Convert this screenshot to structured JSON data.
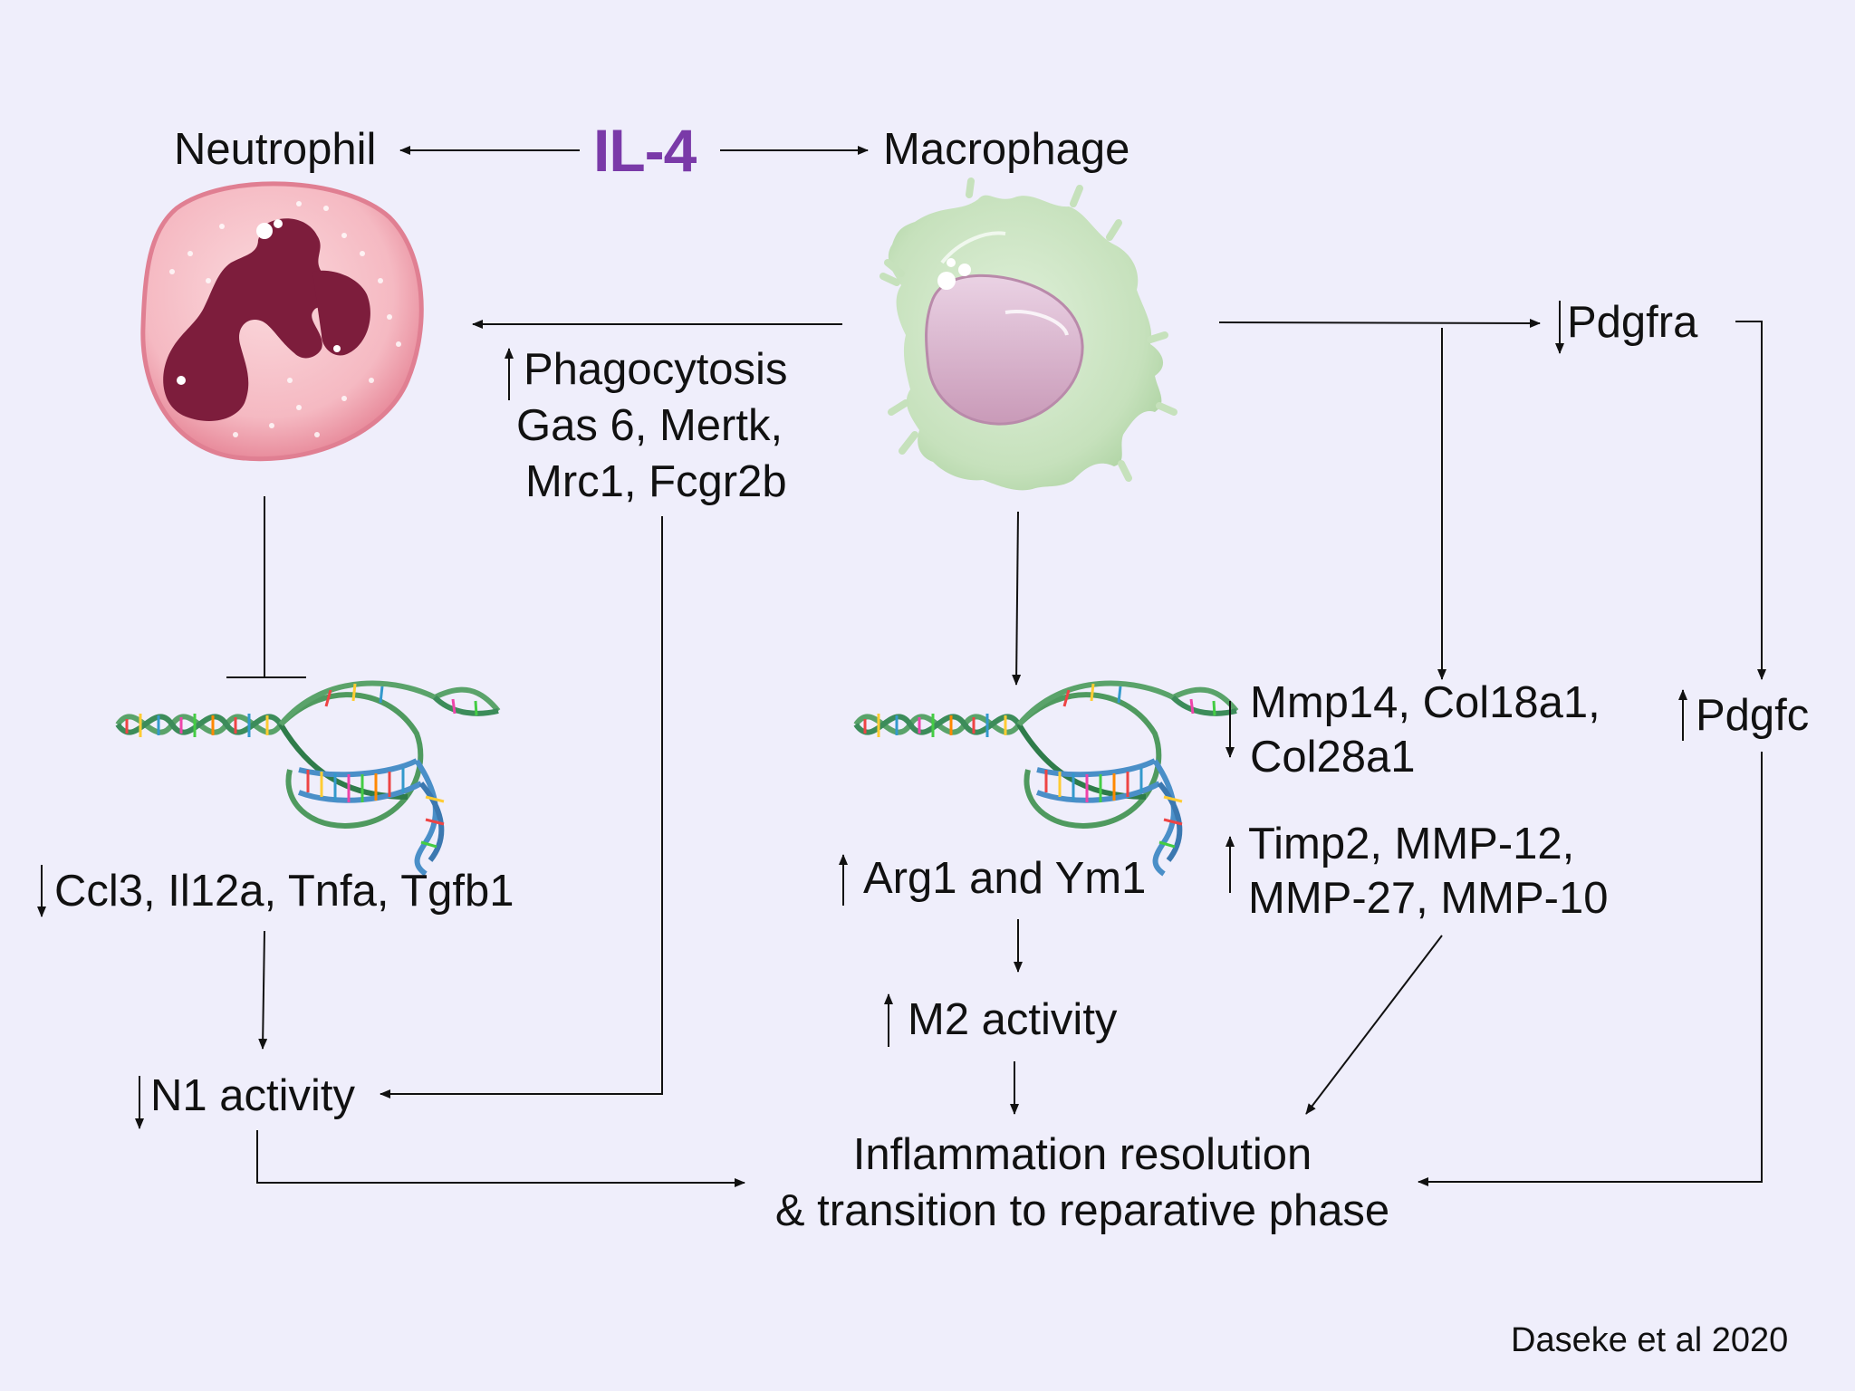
{
  "header": {
    "neutrophil": "Neutrophil",
    "il4": "IL-4",
    "macrophage": "Macrophage"
  },
  "neutrophil_branch": {
    "phagocytosis_line1": "Phagocytosis",
    "phagocytosis_line2": "Gas 6, Mertk,",
    "phagocytosis_line3": "Mrc1, Fcgr2b",
    "genes": "Ccl3, Il12a, Tnfa, Tgfb1",
    "n1": "N1 activity"
  },
  "macrophage_branch": {
    "arg": "Arg1 and Ym1",
    "m2": "M2 activity",
    "pdgfra": "Pdgfra",
    "mmp14_line1": "Mmp14, Col18a1,",
    "mmp14_line2": "Col28a1",
    "timp_line1": "Timp2, MMP-12,",
    "timp_line2": "MMP-27, MMP-10",
    "pdgfc": "Pdgfc"
  },
  "outcome": {
    "line1": "Inflammation resolution",
    "line2": "& transition to reparative phase"
  },
  "citation": "Daseke et al 2020",
  "colors": {
    "background": "#efeefb",
    "il4": "#7a3aa8",
    "neutrophil_cell": "#f4b3bd",
    "neutrophil_nucleus": "#7d1d3c",
    "macrophage_cell": "#cfe6c6",
    "macrophage_nucleus": "#e4c5dc"
  },
  "icons": {
    "neutrophil": "neutrophil-cell-icon",
    "macrophage": "macrophage-cell-icon",
    "dna": "dna-helix-icon"
  }
}
